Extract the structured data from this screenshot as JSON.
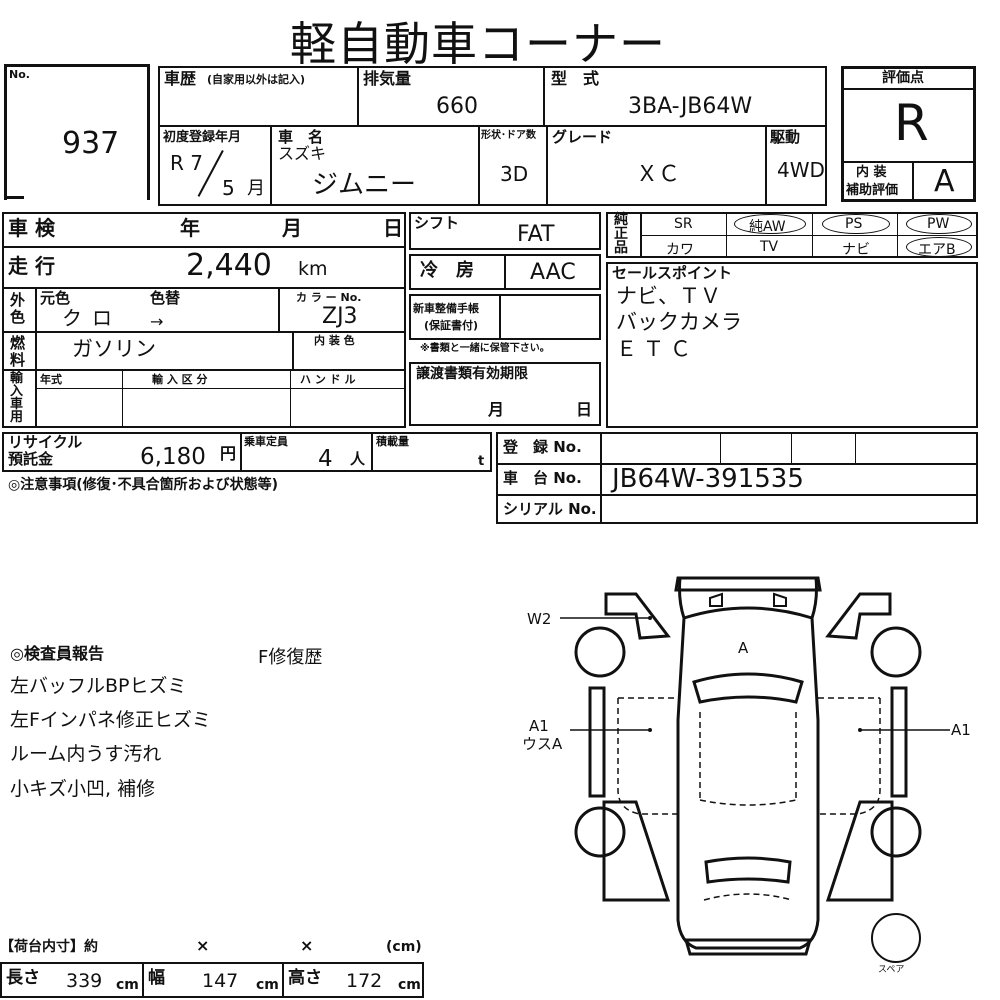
{
  "header": {
    "title": "軽自動車コーナー"
  },
  "lot": {
    "label": "No.",
    "number": "937"
  },
  "history": {
    "label": "車歴",
    "note": "(自家用以外は記入)"
  },
  "displacement": {
    "label": "排気量",
    "value": "660"
  },
  "model": {
    "label": "型　式",
    "value": "3BA-JB64W"
  },
  "rating": {
    "label": "評価点",
    "value": "R",
    "interior_label_1": "内 装",
    "interior_label_2": "補助評価",
    "interior_value": "A"
  },
  "first_reg": {
    "label": "初度登録年月",
    "era": "R 7",
    "month": "5",
    "month_unit": "月"
  },
  "car_name": {
    "label": "車　名",
    "maker": "スズキ",
    "value": "ジムニー"
  },
  "shape": {
    "label": "形状･ドア数",
    "value": "3D"
  },
  "grade": {
    "label": "グレード",
    "value": "ＸＣ"
  },
  "drive": {
    "label": "駆動",
    "value": "4WD"
  },
  "inspection": {
    "label": "車 検",
    "year": "年",
    "month": "月",
    "day": "日"
  },
  "shift": {
    "label": "シフト",
    "value": "FAT"
  },
  "mileage": {
    "label": "走 行",
    "value": "2,440",
    "unit": "km"
  },
  "ac": {
    "label": "冷　房",
    "value": "AAC"
  },
  "color": {
    "side_label": "外色",
    "orig_label": "元色",
    "orig_value": "クロ",
    "change_label": "色替",
    "change_value": "→",
    "code_label": "カ ラ ー No.",
    "code_value": "ZJ3",
    "interior_label": "内 装 色"
  },
  "fuel": {
    "side_label": "燃料",
    "value": "ガソリン"
  },
  "manual": {
    "label_1": "新車整備手帳",
    "label_2": "(保証書付)",
    "note": "※書類と一緒に保管下さい。"
  },
  "import": {
    "side_label": "輸入車用",
    "year_label": "年式",
    "kind_label": "輸 入 区 分",
    "handle_label": "ハ ン ド ル"
  },
  "transfer": {
    "label": "譲渡書類有効期限",
    "month": "月",
    "day": "日"
  },
  "equipment": {
    "side_label": "純正品",
    "row1": [
      "SR",
      "純AW",
      "PS",
      "PW"
    ],
    "row2": [
      "カワ",
      "TV",
      "ナビ",
      "エアB"
    ]
  },
  "sales_point": {
    "label": "セールスポイント",
    "lines": [
      "ナビ、ＴＶ",
      "バックカメラ",
      "ＥＴＣ"
    ]
  },
  "recycle": {
    "label_1": "リサイクル",
    "label_2": "預託金",
    "value": "6,180",
    "unit": "円"
  },
  "capacity": {
    "label": "乗車定員",
    "value": "4",
    "unit": "人"
  },
  "load": {
    "label": "積載量",
    "unit": "t"
  },
  "registration": {
    "label": "登　録 No.",
    "value": ""
  },
  "chassis": {
    "label": "車　台 No.",
    "value": "JB64W-391535"
  },
  "serial": {
    "label": "シリアル No.",
    "value": ""
  },
  "caution": {
    "label": "◎注意事項(修復･不具合箇所および状態等)"
  },
  "inspector": {
    "label": "◎検査員報告",
    "repair": "F修復歴",
    "lines": [
      "左バッフルBPヒズミ",
      "左Fインパネ修正ヒズミ",
      "ルーム内うす汚れ",
      "小キズ小凹, 補修"
    ]
  },
  "diagram": {
    "w2": "W2",
    "a_center": "A",
    "a1_left": "A1",
    "usu_a": "ウスA",
    "a1_right": "A1",
    "spare": "スペア"
  },
  "cargo": {
    "header": "【荷台内寸】約",
    "times_1": "×",
    "times_2": "×",
    "unit": "(cm)",
    "length_label": "長さ",
    "length_value": "339",
    "width_label": "幅",
    "width_value": "147",
    "height_label": "高さ",
    "height_value": "172",
    "cm": "cm"
  }
}
